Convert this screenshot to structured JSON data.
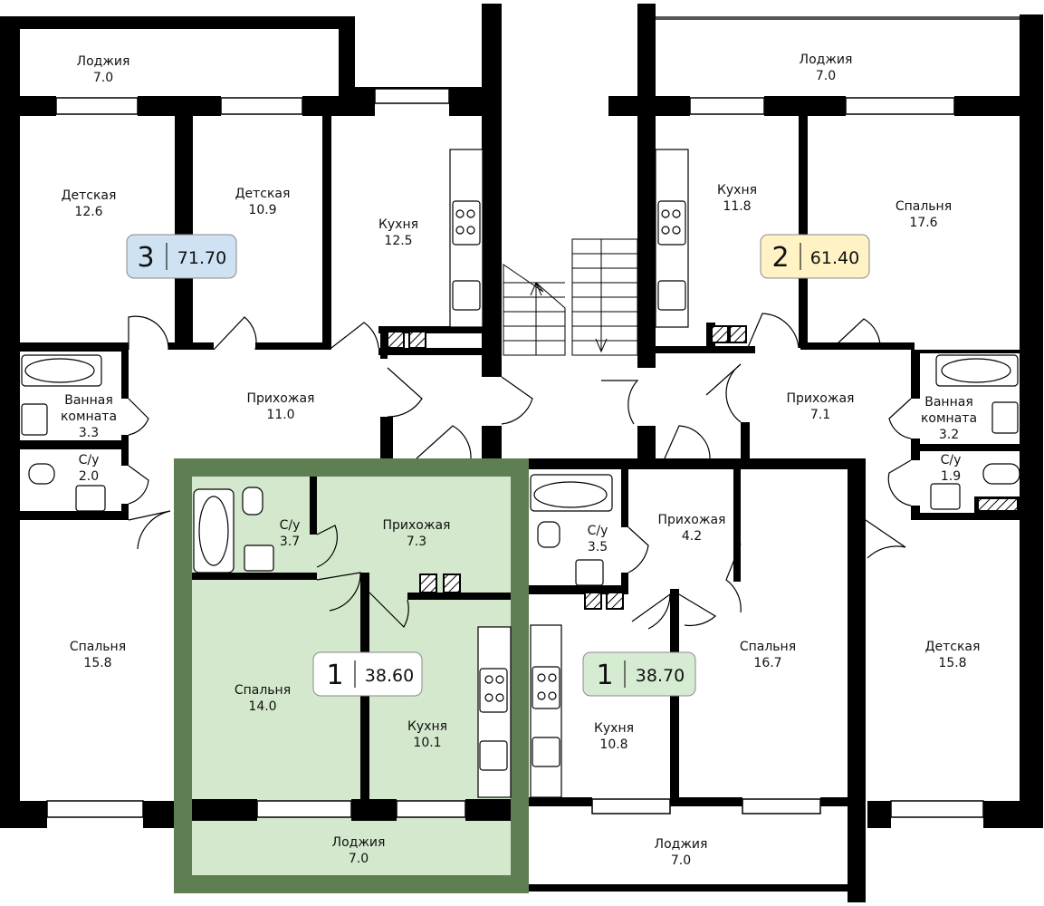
{
  "rooms": {
    "a3_loggia": [
      "Лоджия",
      "7.0"
    ],
    "a3_kids1": [
      "Детская",
      "12.6"
    ],
    "a3_kids2": [
      "Детская",
      "10.9"
    ],
    "a3_kitchen": [
      "Кухня",
      "12.5"
    ],
    "a3_hall": [
      "Прихожая",
      "11.0"
    ],
    "a3_bath": [
      "Ванная",
      "комната",
      "3.3"
    ],
    "a3_wc": [
      "С/у",
      "2.0"
    ],
    "a3_bedroom": [
      "Спальня",
      "15.8"
    ],
    "a2_loggia": [
      "Лоджия",
      "7.0"
    ],
    "a2_kitchen": [
      "Кухня",
      "11.8"
    ],
    "a2_bedroom": [
      "Спальня",
      "17.6"
    ],
    "a2_hall": [
      "Прихожая",
      "7.1"
    ],
    "a2_bath": [
      "Ванная",
      "комната",
      "3.2"
    ],
    "a2_wc": [
      "С/у",
      "1.9"
    ],
    "a2_kids": [
      "Детская",
      "15.8"
    ],
    "a1g_wc": [
      "С/у",
      "3.7"
    ],
    "a1g_hall": [
      "Прихожая",
      "7.3"
    ],
    "a1g_bedroom": [
      "Спальня",
      "14.0"
    ],
    "a1g_kitchen": [
      "Кухня",
      "10.1"
    ],
    "a1g_loggia": [
      "Лоджия",
      "7.0"
    ],
    "a1_wc": [
      "С/у",
      "3.5"
    ],
    "a1_hall": [
      "Прихожая",
      "4.2"
    ],
    "a1_bedroom": [
      "Спальня",
      "16.7"
    ],
    "a1_kitchen": [
      "Кухня",
      "10.8"
    ],
    "a1_loggia": [
      "Лоджия",
      "7.0"
    ]
  },
  "badges": {
    "b3": {
      "rooms": "3",
      "area": "71.70",
      "fill": "#cfe2f3"
    },
    "b2": {
      "rooms": "2",
      "area": "61.40",
      "fill": "#fff2c4"
    },
    "b1g": {
      "rooms": "1",
      "area": "38.60",
      "fill": "#ffffff"
    },
    "b1": {
      "rooms": "1",
      "area": "38.70",
      "fill": "#d6ecd2"
    }
  },
  "colors": {
    "wall": "#000000",
    "highlight_fill": "#d3e8cc",
    "highlight_border": "#5e7f52"
  }
}
